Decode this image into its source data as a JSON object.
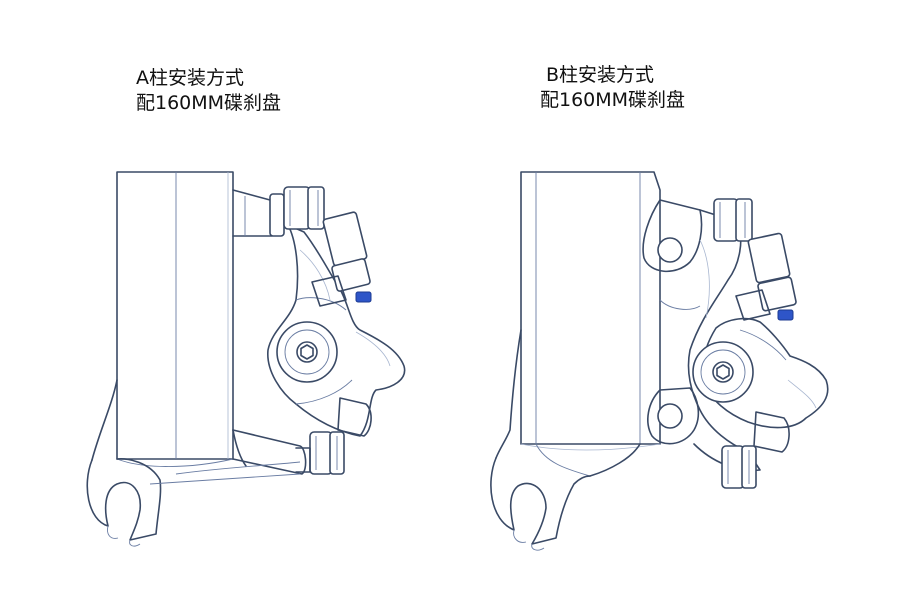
{
  "panels": [
    {
      "id": "a",
      "title_line1": "A柱安装方式",
      "title_line2": "配160MM碟刹盘"
    },
    {
      "id": "b",
      "title_line1": "B柱安装方式",
      "title_line2": "配160MM碟刹盘"
    }
  ],
  "colors": {
    "line": "#3a4a66",
    "detail": "#6a7da3",
    "bolt": "#2e55c8"
  }
}
